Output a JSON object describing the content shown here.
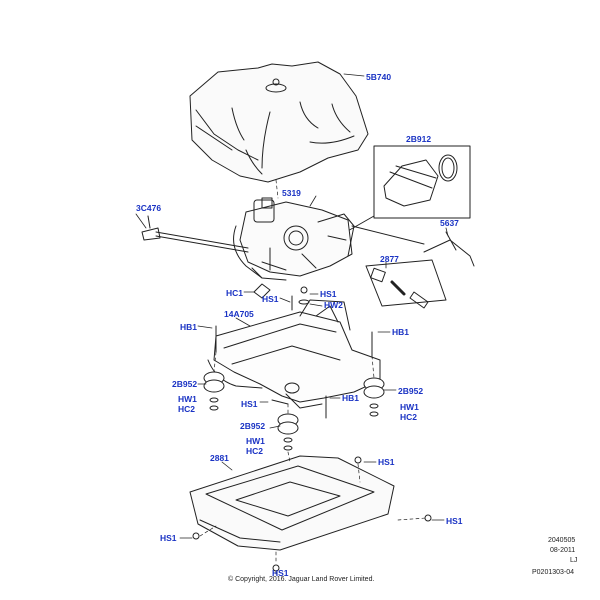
{
  "labels": {
    "cover": "5B740",
    "compressor_hose": "2B912",
    "pump": "5319",
    "fitting_left": "3C476",
    "pin": "5637",
    "valve": "2877",
    "clip": "HC1",
    "screw_a": "HS1",
    "screw_b": "HS1",
    "washer_a": "HW2",
    "bracket": "14A705",
    "bolt_left": "HB1",
    "bolt_right": "HB1",
    "mount_left": "2B952",
    "washer_left": "HW1",
    "clip_left": "HC2",
    "screw_mid": "HS1",
    "bolt_mid": "HB1",
    "mount_right": "2B952",
    "washer_right": "HW1",
    "clip_right": "HC2",
    "mount_lower": "2B952",
    "washer_lower": "HW1",
    "clip_lower": "HC2",
    "tray": "2881",
    "screw_tray_r": "HS1",
    "screw_tray_rr": "HS1",
    "screw_tray_l": "HS1",
    "screw_tray_b": "HS1"
  },
  "footer": {
    "ref": "2040505",
    "date": "08-2011",
    "code": "LJ",
    "page": "P0201303-04",
    "copyright": "© Copyright, 2016. Jaguar Land Rover Limited."
  },
  "colors": {
    "label": "#1a33c4",
    "line": "#222222"
  }
}
